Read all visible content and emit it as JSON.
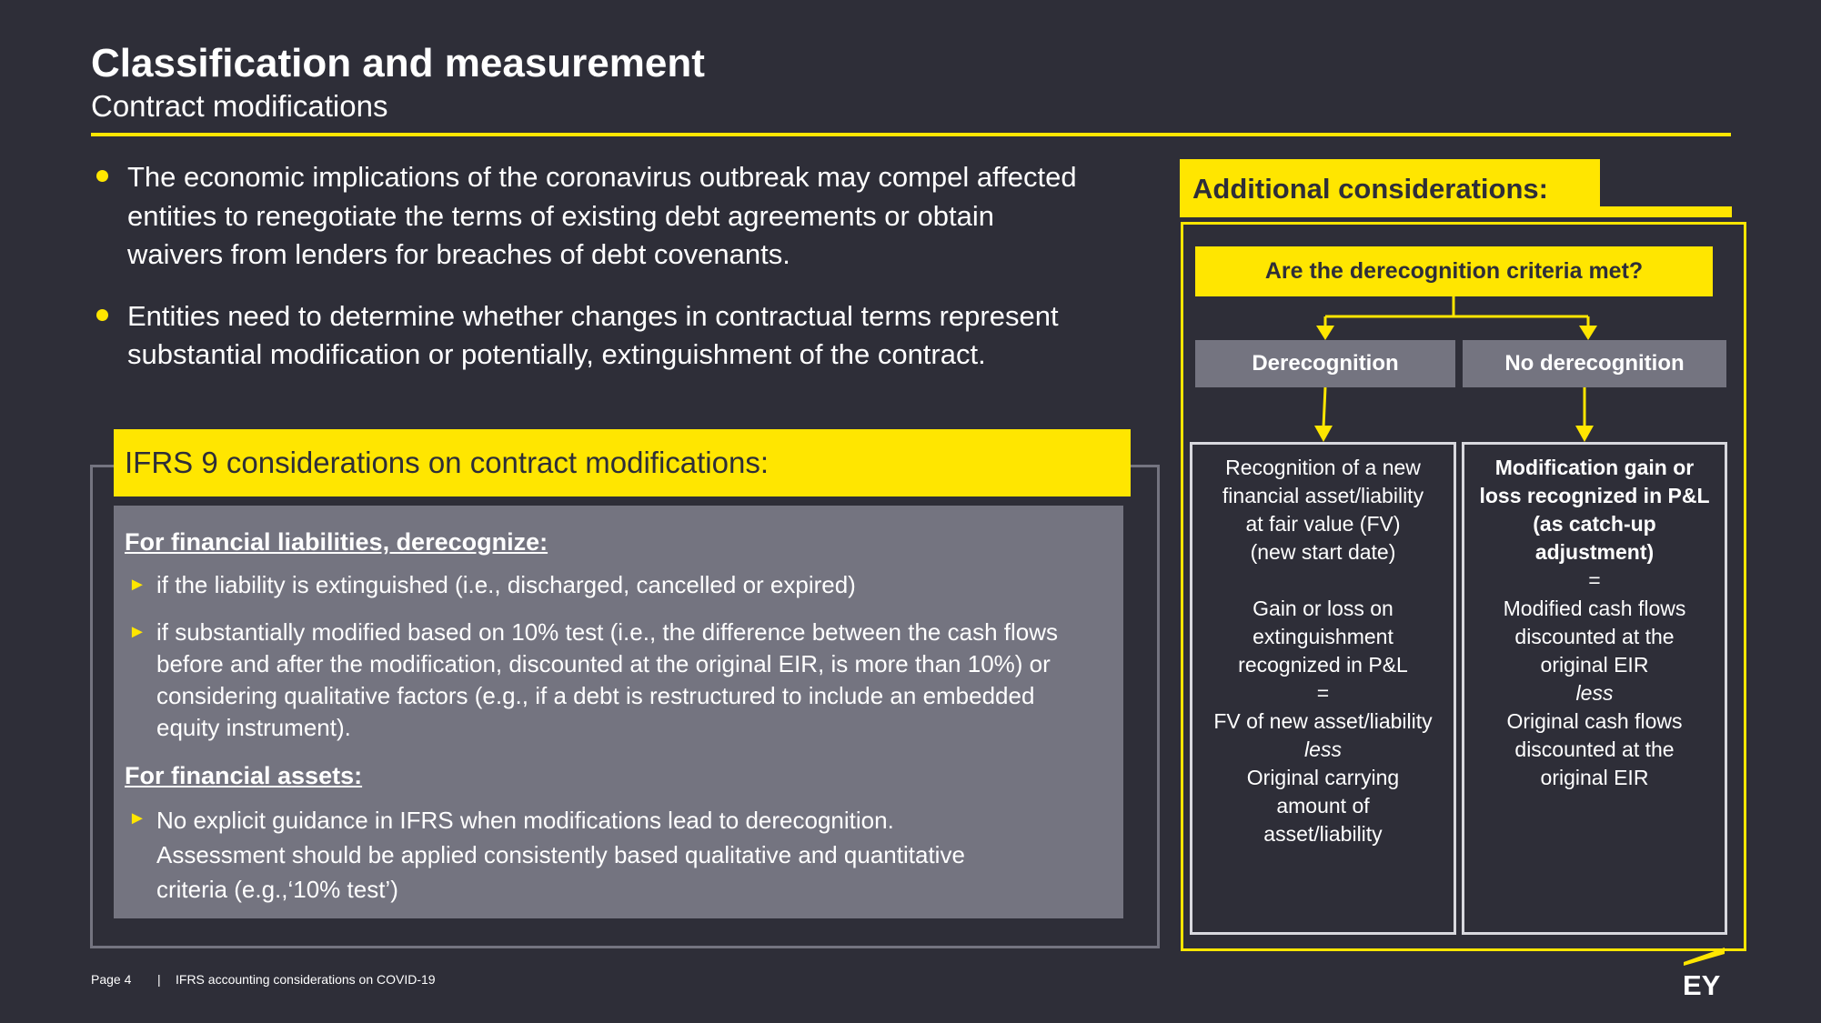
{
  "header": {
    "title": "Classification and measurement",
    "subtitle": "Contract modifications"
  },
  "bullets": [
    {
      "lines": [
        "The economic implications of the coronavirus outbreak may compel affected",
        "entities to renegotiate the terms of existing debt agreements or obtain",
        "waivers from lenders for breaches of debt covenants."
      ]
    },
    {
      "lines": [
        "Entities need to determine whether changes in contractual terms represent",
        "substantial modification or potentially, extinguishment of the contract."
      ]
    }
  ],
  "ifrs": {
    "heading": "IFRS 9 considerations on contract modifications:",
    "liabilities_heading": "For financial liabilities, derecognize:",
    "liability_items": [
      {
        "lines": [
          "if the liability is extinguished (i.e., discharged, cancelled or expired)"
        ]
      },
      {
        "lines": [
          "if substantially modified based on 10% test (i.e., the difference between the cash flows",
          "before and after the modification, discounted at the original EIR, is more than 10%) or",
          "considering qualitative factors (e.g., if a debt is restructured to include an embedded",
          "equity instrument)."
        ]
      }
    ],
    "assets_heading": "For financial assets:",
    "asset_items": [
      {
        "lines": [
          "No explicit guidance in IFRS when modifications lead  to derecognition.",
          "Assessment should be applied consistently based qualitative and quantitative",
          "criteria (e.g.,‘10% test’)"
        ]
      }
    ],
    "bullet_glyph": "►"
  },
  "additional": {
    "heading": "Additional considerations:",
    "question": "Are the derecognition criteria met?",
    "derecognition_label": "Derecognition",
    "no_derecognition_label": "No derecognition",
    "derecognition_result": [
      "Recognition of a new",
      "financial asset/liability",
      "at fair value (FV)",
      "(new start date)",
      "",
      "Gain or loss on",
      "extinguishment",
      "recognized in P&L",
      "=",
      "FV of new asset/liability",
      "less",
      "Original carrying",
      "amount of",
      "asset/liability"
    ],
    "no_derecognition_result": [
      "Modification gain or",
      "loss recognized in P&L",
      "(as catch-up",
      "adjustment)",
      "=",
      "Modified cash flows",
      "discounted at the",
      "original EIR",
      "less",
      "Original cash flows",
      "discounted at the",
      "original EIR"
    ]
  },
  "footer": {
    "page": "Page 4",
    "separator": "|",
    "doc_title": "IFRS accounting considerations on COVID-19"
  },
  "logo": {
    "text": "EY"
  },
  "colors": {
    "background": "#2e2e38",
    "accent": "#ffe600",
    "panel_grey": "#747480",
    "text": "#ffffff"
  }
}
